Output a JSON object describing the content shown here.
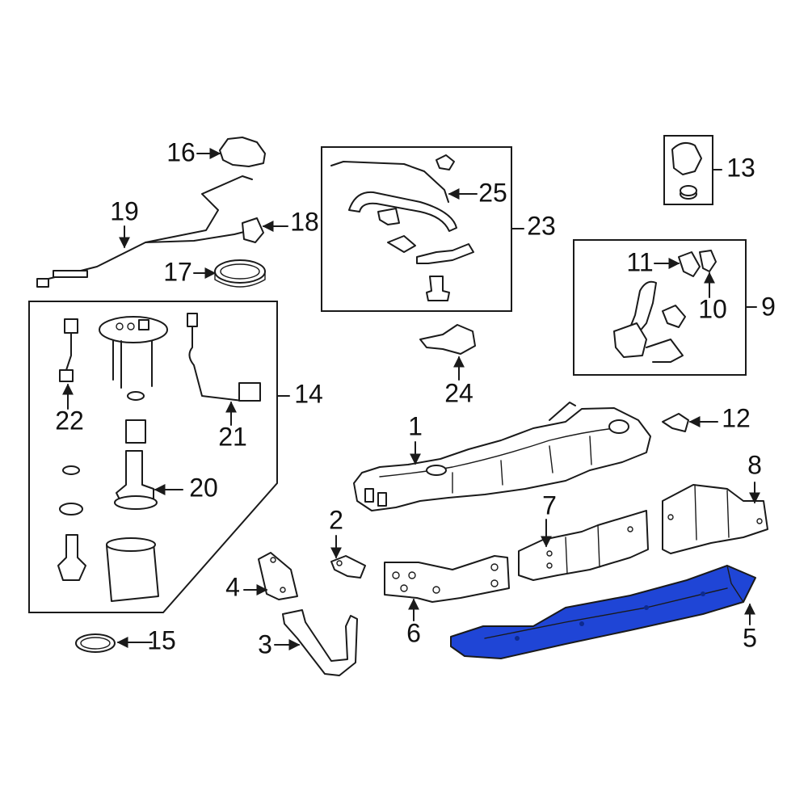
{
  "highlight_color": "#1f45d6",
  "outline_color": "#1a1a1a",
  "callouts": [
    {
      "id": "1",
      "text": "1"
    },
    {
      "id": "2",
      "text": "2"
    },
    {
      "id": "3",
      "text": "3"
    },
    {
      "id": "4",
      "text": "4"
    },
    {
      "id": "5",
      "text": "5",
      "highlighted": true
    },
    {
      "id": "6",
      "text": "6"
    },
    {
      "id": "7",
      "text": "7"
    },
    {
      "id": "8",
      "text": "8"
    },
    {
      "id": "9",
      "text": "9"
    },
    {
      "id": "10",
      "text": "10"
    },
    {
      "id": "11",
      "text": "11"
    },
    {
      "id": "12",
      "text": "12"
    },
    {
      "id": "13",
      "text": "13"
    },
    {
      "id": "14",
      "text": "14"
    },
    {
      "id": "15",
      "text": "15"
    },
    {
      "id": "16",
      "text": "16"
    },
    {
      "id": "17",
      "text": "17"
    },
    {
      "id": "18",
      "text": "18"
    },
    {
      "id": "19",
      "text": "19"
    },
    {
      "id": "20",
      "text": "20"
    },
    {
      "id": "21",
      "text": "21"
    },
    {
      "id": "22",
      "text": "22"
    },
    {
      "id": "23",
      "text": "23"
    },
    {
      "id": "24",
      "text": "24"
    },
    {
      "id": "25",
      "text": "25"
    }
  ]
}
